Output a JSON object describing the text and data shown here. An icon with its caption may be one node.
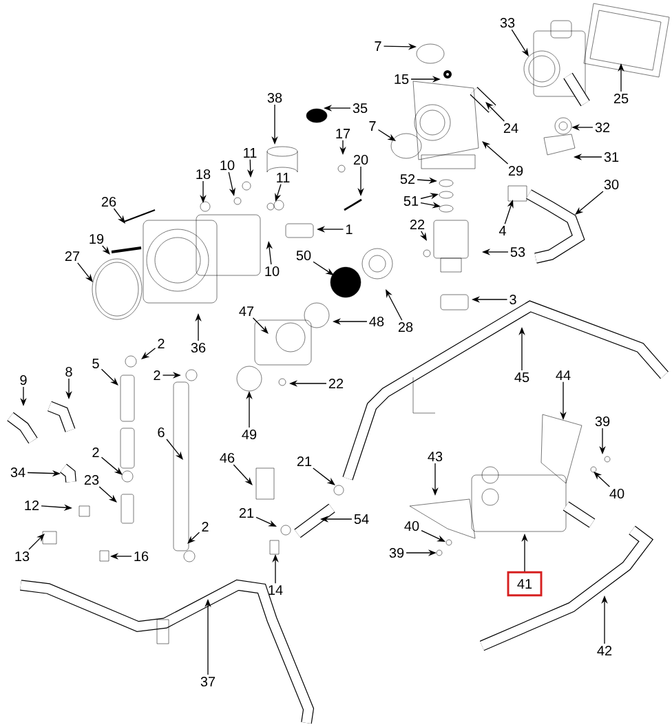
{
  "diagram": {
    "nodes": [
      {
        "text": [
          "7"
        ]
      },
      {
        "text": [
          "33"
        ]
      },
      {
        "text": [
          "25"
        ]
      },
      {
        "text": [
          "15"
        ]
      },
      {
        "text": [
          "38"
        ]
      },
      {
        "text": [
          "35"
        ]
      },
      {
        "text": [
          "7"
        ]
      },
      {
        "text": [
          "24"
        ]
      },
      {
        "text": [
          "32"
        ]
      },
      {
        "text": [
          "29"
        ]
      },
      {
        "text": [
          "17"
        ]
      },
      {
        "text": [
          "11"
        ]
      },
      {
        "text": [
          "10"
        ]
      },
      {
        "text": [
          "20"
        ]
      },
      {
        "text": [
          "31"
        ]
      },
      {
        "text": [
          "18"
        ]
      },
      {
        "text": [
          "11"
        ]
      },
      {
        "text": [
          "52"
        ]
      },
      {
        "text": [
          "30"
        ]
      },
      {
        "text": [
          "51"
        ]
      },
      {
        "text": [
          "26"
        ]
      },
      {
        "text": [
          "22"
        ]
      },
      {
        "text": [
          "1"
        ]
      },
      {
        "text": [
          "4"
        ]
      },
      {
        "text": [
          "19"
        ]
      },
      {
        "text": [
          "10"
        ]
      },
      {
        "text": [
          "53"
        ]
      },
      {
        "text": [
          "50"
        ]
      },
      {
        "text": [
          "27"
        ]
      },
      {
        "text": [
          "47"
        ]
      },
      {
        "text": [
          "28"
        ]
      },
      {
        "text": [
          "3"
        ]
      },
      {
        "text": [
          "48"
        ]
      },
      {
        "text": [
          "36"
        ]
      },
      {
        "text": [
          "2"
        ]
      },
      {
        "text": [
          "5"
        ]
      },
      {
        "text": [
          "9"
        ]
      },
      {
        "text": [
          "8"
        ]
      },
      {
        "text": [
          "2"
        ]
      },
      {
        "text": [
          "22"
        ]
      },
      {
        "text": [
          "45"
        ]
      },
      {
        "text": [
          "44"
        ]
      },
      {
        "text": [
          "6"
        ]
      },
      {
        "text": [
          "49"
        ]
      },
      {
        "text": [
          "39"
        ]
      },
      {
        "text": [
          "2"
        ]
      },
      {
        "text": [
          "46"
        ]
      },
      {
        "text": [
          "21"
        ]
      },
      {
        "text": [
          "43"
        ]
      },
      {
        "text": [
          "34"
        ]
      },
      {
        "text": [
          "40"
        ]
      },
      {
        "text": [
          "23"
        ]
      },
      {
        "text": [
          "12"
        ]
      },
      {
        "text": [
          "21"
        ]
      },
      {
        "text": [
          "54"
        ]
      },
      {
        "text": [
          "2"
        ]
      },
      {
        "text": [
          "40"
        ]
      },
      {
        "text": [
          "41"
        ]
      },
      {
        "text": [
          "13"
        ]
      },
      {
        "text": [
          "39"
        ]
      },
      {
        "text": [
          "16"
        ]
      },
      {
        "text": [
          "14"
        ]
      },
      {
        "text": [
          "42"
        ]
      },
      {
        "text": [
          "37"
        ]
      }
    ],
    "edges": [
      {
        "from": 0,
        "to": null,
        "arrow": "to"
      },
      {
        "from": 1,
        "to": null,
        "arrow": "to"
      },
      {
        "from": 2,
        "to": null,
        "arrow": "to"
      },
      {
        "from": 3,
        "to": null,
        "arrow": "to"
      },
      {
        "from": 4,
        "to": null,
        "arrow": "to"
      },
      {
        "from": 5,
        "to": null,
        "arrow": "to"
      },
      {
        "from": 6,
        "to": null,
        "arrow": "to"
      },
      {
        "from": 7,
        "to": null,
        "arrow": "to"
      },
      {
        "from": 8,
        "to": null,
        "arrow": "to"
      },
      {
        "from": 9,
        "to": null,
        "arrow": "to"
      },
      {
        "from": 10,
        "to": null,
        "arrow": "to"
      },
      {
        "from": 11,
        "to": null,
        "arrow": "to"
      },
      {
        "from": 12,
        "to": null,
        "arrow": "to"
      },
      {
        "from": 13,
        "to": null,
        "arrow": "to"
      },
      {
        "from": 14,
        "to": null,
        "arrow": "to"
      },
      {
        "from": 15,
        "to": null,
        "arrow": "to"
      },
      {
        "from": 16,
        "to": null,
        "arrow": "to"
      },
      {
        "from": 17,
        "to": null,
        "arrow": "to"
      },
      {
        "from": 18,
        "to": null,
        "arrow": "to"
      },
      {
        "from": 19,
        "to": null,
        "arrow": "to"
      },
      {
        "from": 19,
        "to": null,
        "arrow": "to"
      },
      {
        "from": 20,
        "to": null,
        "arrow": "to"
      },
      {
        "from": 21,
        "to": null,
        "arrow": "to"
      },
      {
        "from": 22,
        "to": null,
        "arrow": "to"
      },
      {
        "from": 23,
        "to": null,
        "arrow": "to"
      },
      {
        "from": 24,
        "to": null,
        "arrow": "to"
      },
      {
        "from": 25,
        "to": null,
        "arrow": "to"
      },
      {
        "from": 26,
        "to": null,
        "arrow": "to"
      },
      {
        "from": 27,
        "to": null,
        "arrow": "to"
      },
      {
        "from": 28,
        "to": null,
        "arrow": "to"
      },
      {
        "from": 29,
        "to": null,
        "arrow": "to"
      },
      {
        "from": 30,
        "to": null,
        "arrow": "to"
      },
      {
        "from": 31,
        "to": null,
        "arrow": "to"
      },
      {
        "from": 32,
        "to": null,
        "arrow": "to"
      },
      {
        "from": 33,
        "to": null,
        "arrow": "to"
      },
      {
        "from": 34,
        "to": null,
        "arrow": "to"
      },
      {
        "from": 35,
        "to": null,
        "arrow": "to"
      },
      {
        "from": 36,
        "to": null,
        "arrow": "to"
      },
      {
        "from": 37,
        "to": null,
        "arrow": "to"
      },
      {
        "from": 38,
        "to": null,
        "arrow": "to"
      },
      {
        "from": 39,
        "to": null,
        "arrow": "to"
      },
      {
        "from": 40,
        "to": null,
        "arrow": "to"
      },
      {
        "from": 41,
        "to": null,
        "arrow": "to"
      },
      {
        "from": 42,
        "to": null,
        "arrow": "to"
      },
      {
        "from": 43,
        "to": null,
        "arrow": "to"
      },
      {
        "from": 44,
        "to": null,
        "arrow": "to"
      },
      {
        "from": 45,
        "to": null,
        "arrow": "to"
      },
      {
        "from": 46,
        "to": null,
        "arrow": "to"
      },
      {
        "from": 47,
        "to": null,
        "arrow": "to"
      },
      {
        "from": 48,
        "to": null,
        "arrow": "to"
      },
      {
        "from": 49,
        "to": null,
        "arrow": "to"
      },
      {
        "from": 50,
        "to": null,
        "arrow": "to"
      },
      {
        "from": 51,
        "to": null,
        "arrow": "to"
      },
      {
        "from": 52,
        "to": null,
        "arrow": "to"
      },
      {
        "from": 53,
        "to": null,
        "arrow": "to"
      },
      {
        "from": 54,
        "to": null,
        "arrow": "to"
      },
      {
        "from": 55,
        "to": null,
        "arrow": "to"
      },
      {
        "from": 56,
        "to": null,
        "arrow": "to"
      },
      {
        "from": 57,
        "to": null,
        "arrow": "to"
      },
      {
        "from": 58,
        "to": null,
        "arrow": "to"
      },
      {
        "from": 59,
        "to": null,
        "arrow": "to"
      },
      {
        "from": 60,
        "to": null,
        "arrow": "to"
      },
      {
        "from": 61,
        "to": null,
        "arrow": "to"
      },
      {
        "from": 62,
        "to": null,
        "arrow": "to"
      },
      {
        "from": 63,
        "to": null,
        "arrow": "to"
      }
    ]
  }
}
